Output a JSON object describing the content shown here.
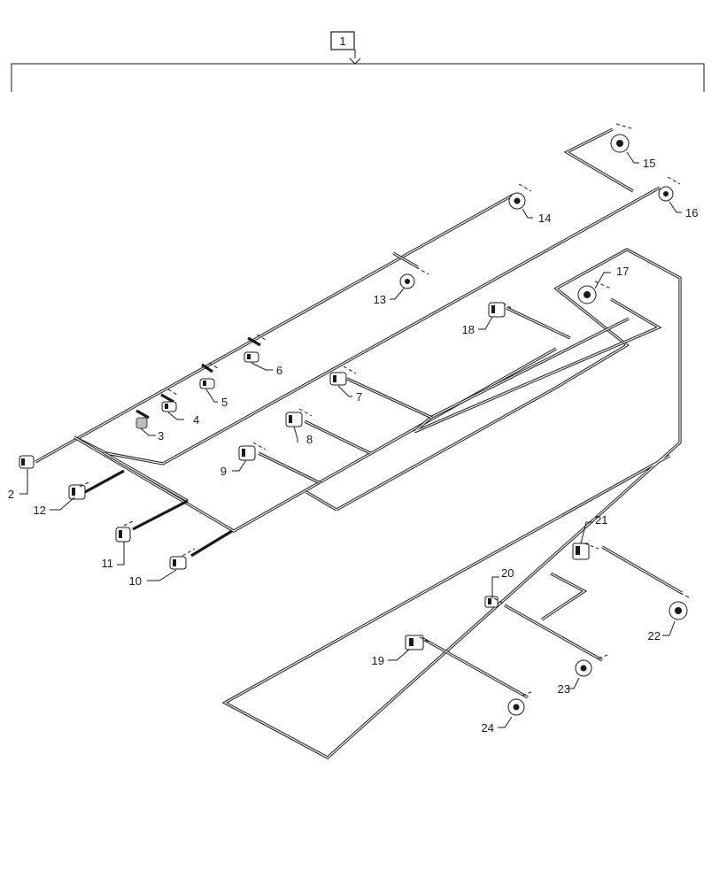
{
  "assembly": {
    "item": "1"
  },
  "callouts": [
    {
      "id": "2",
      "label": "2"
    },
    {
      "id": "3",
      "label": "3"
    },
    {
      "id": "4",
      "label": "4"
    },
    {
      "id": "5",
      "label": "5"
    },
    {
      "id": "6",
      "label": "6"
    },
    {
      "id": "7",
      "label": "7"
    },
    {
      "id": "8",
      "label": "8"
    },
    {
      "id": "9",
      "label": "9"
    },
    {
      "id": "10",
      "label": "10"
    },
    {
      "id": "11",
      "label": "11"
    },
    {
      "id": "12",
      "label": "12"
    },
    {
      "id": "13",
      "label": "13"
    },
    {
      "id": "14",
      "label": "14"
    },
    {
      "id": "15",
      "label": "15"
    },
    {
      "id": "16",
      "label": "16"
    },
    {
      "id": "17",
      "label": "17"
    },
    {
      "id": "18",
      "label": "18"
    },
    {
      "id": "19",
      "label": "19"
    },
    {
      "id": "20",
      "label": "20"
    },
    {
      "id": "21",
      "label": "21"
    },
    {
      "id": "22",
      "label": "22"
    },
    {
      "id": "23",
      "label": "23"
    },
    {
      "id": "24",
      "label": "24"
    }
  ]
}
